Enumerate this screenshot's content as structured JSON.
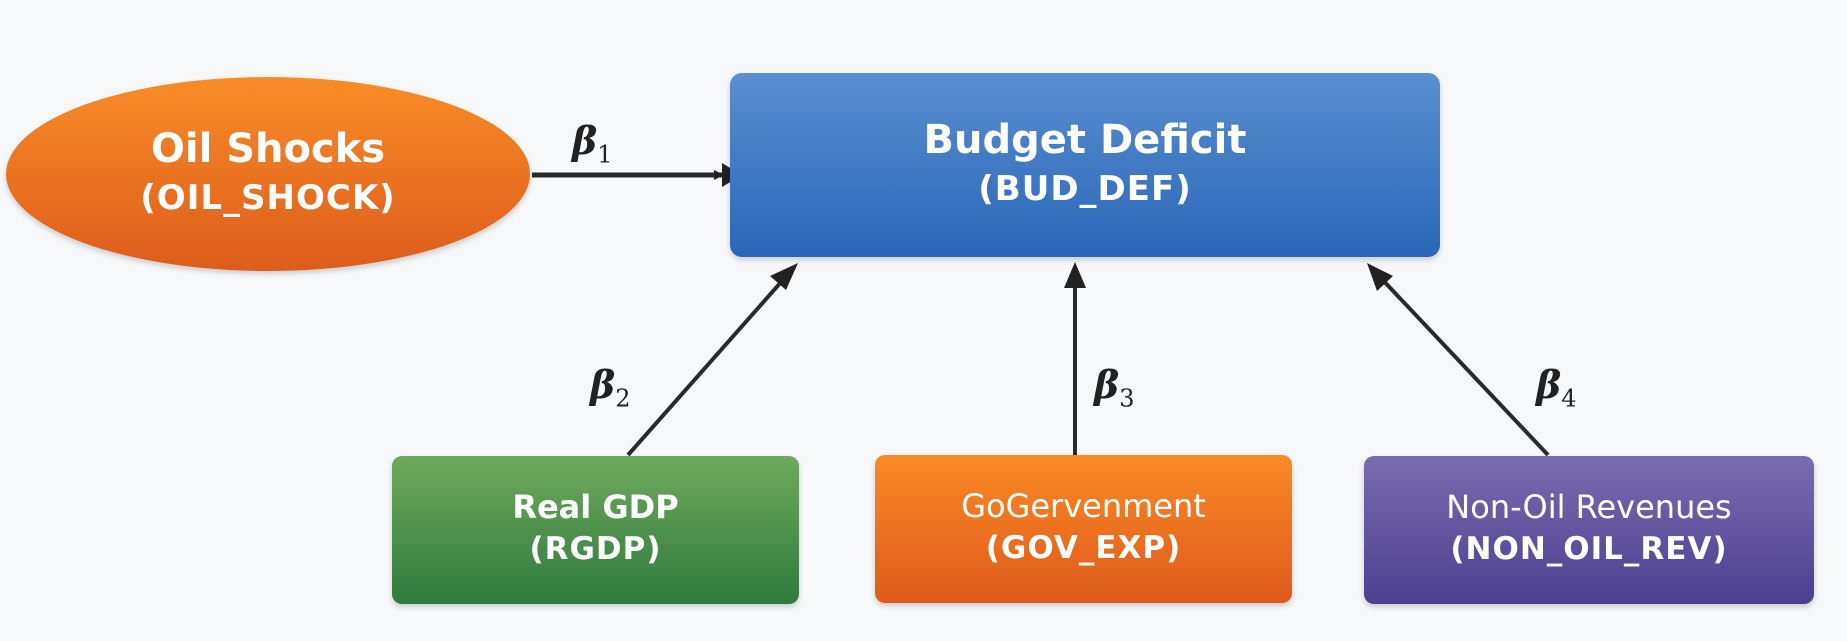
{
  "nodes": {
    "oil_shocks": {
      "label": "Oil Shocks",
      "code": "(OIL_SHOCK)",
      "color": "#f07a22"
    },
    "budget_deficit": {
      "label": "Budget Deficit",
      "code": "(BUD_DEF)",
      "color": "#3f78c4"
    },
    "real_gdp": {
      "label": "Real GDP",
      "code": "(RGDP)",
      "color": "#4f8f4c"
    },
    "government": {
      "label": "GoGervenment",
      "code": "(GOV_EXP)",
      "color": "#f07522"
    },
    "non_oil_revenues": {
      "label": "Non-Oil Revenues",
      "code": "(NON_OIL_REV)",
      "color": "#6257a2"
    }
  },
  "edges": [
    {
      "from": "oil_shocks",
      "to": "budget_deficit",
      "symbol": "β",
      "sub": "1"
    },
    {
      "from": "real_gdp",
      "to": "budget_deficit",
      "symbol": "β",
      "sub": "2"
    },
    {
      "from": "government",
      "to": "budget_deficit",
      "symbol": "β",
      "sub": "3"
    },
    {
      "from": "non_oil_revenues",
      "to": "budget_deficit",
      "symbol": "β",
      "sub": "4"
    }
  ]
}
